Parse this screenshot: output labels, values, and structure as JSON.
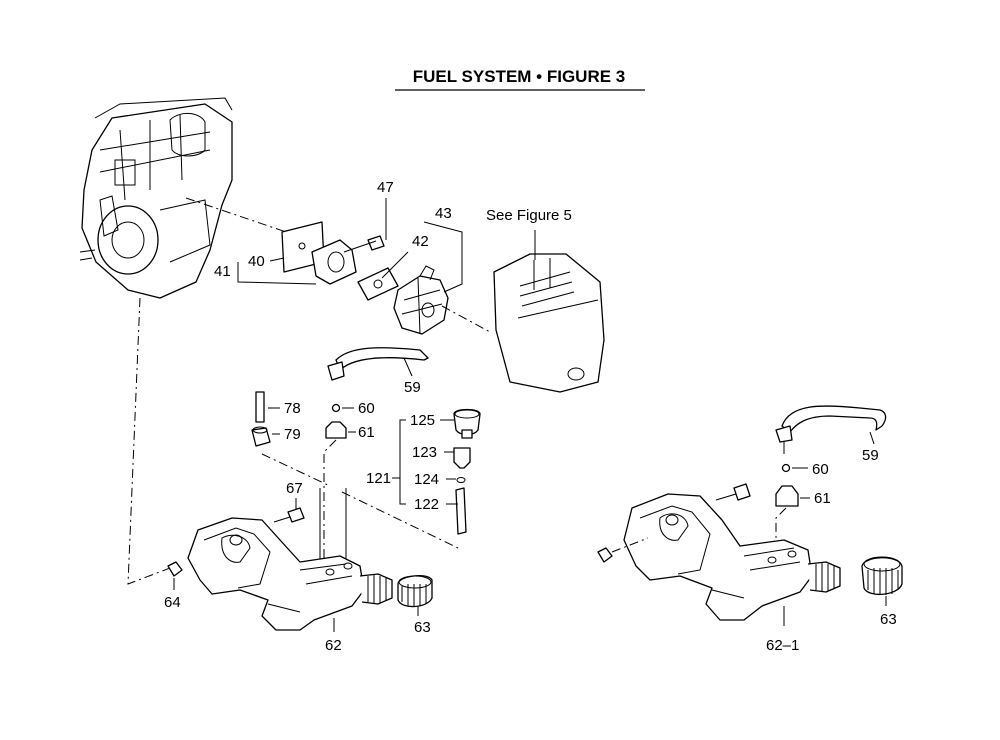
{
  "title": "FUEL SYSTEM  •  FIGURE 3",
  "note": "See Figure 5",
  "callouts": {
    "c47": "47",
    "c43": "43",
    "c42": "42",
    "c41": "41",
    "c40": "40",
    "c59a": "59",
    "c78": "78",
    "c79": "79",
    "c60a": "60",
    "c61a": "61",
    "c125": "125",
    "c123": "123",
    "c121": "121",
    "c124": "124",
    "c122": "122",
    "c67": "67",
    "c64": "64",
    "c62": "62",
    "c63a": "63",
    "c59b": "59",
    "c60b": "60",
    "c61b": "61",
    "c63b": "63",
    "c621": "62–1"
  }
}
